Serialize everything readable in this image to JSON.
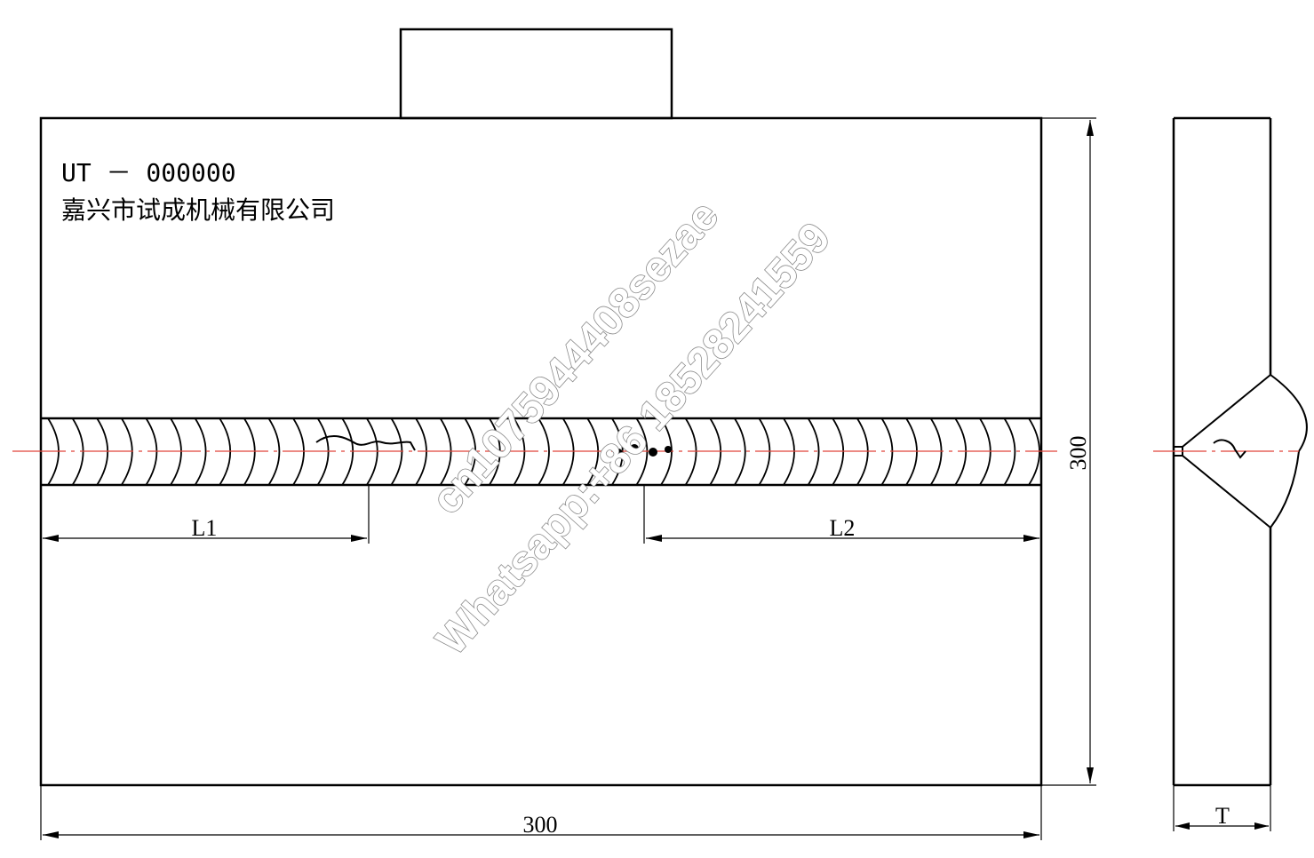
{
  "plate": {
    "code": "UT － 000000",
    "company": "嘉兴市试成机械有限公司"
  },
  "dimensions": {
    "width": "300",
    "height": "300",
    "l1": "L1",
    "l2": "L2",
    "thickness": "T"
  },
  "watermark": {
    "line1": "cn1075944408sezae",
    "line2": "Whatsapp:+86 18528241559"
  },
  "colors": {
    "line": "#000000",
    "centerline": "#e0453a",
    "watermark_fill": "#ffffff",
    "watermark_stroke": "#8a8a8a"
  },
  "defects": {
    "crack_front": "crack",
    "porosity_cluster": "porosity",
    "crack_side": "crack"
  }
}
